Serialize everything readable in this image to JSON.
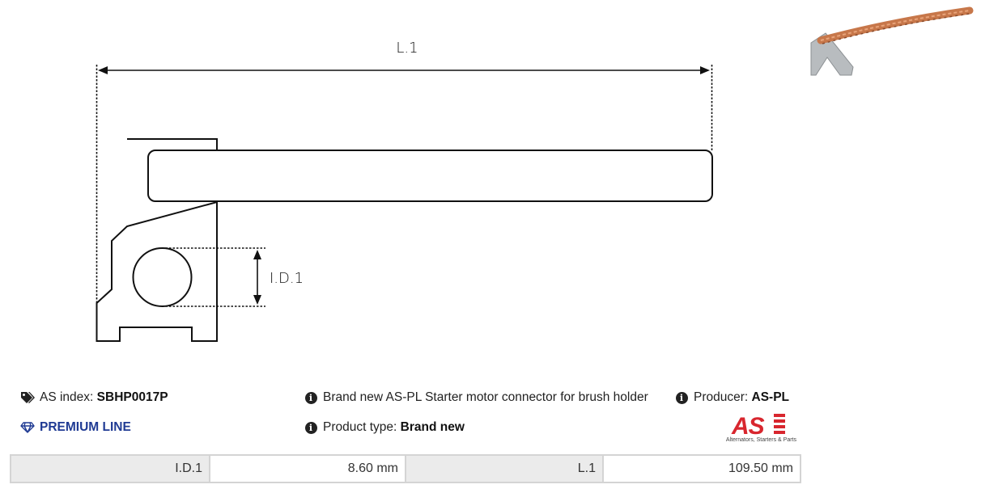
{
  "drawing": {
    "dimension_length_label": "L.1",
    "dimension_diameter_label": "I.D.1"
  },
  "info": {
    "as_index_label": "AS index:",
    "as_index_value": "SBHP0017P",
    "premium_line": "PREMIUM LINE",
    "description": "Brand new AS-PL Starter motor connector for brush holder",
    "product_type_label": "Product type:",
    "product_type_value": "Brand new",
    "producer_label": "Producer:",
    "producer_value": "AS-PL"
  },
  "logo": {
    "text": "AS",
    "tagline": "Alternators, Starters & Parts",
    "color": "#d8262e"
  },
  "specs": [
    {
      "key": "I.D.1",
      "value": "8.60 mm"
    },
    {
      "key": "L.1",
      "value": "109.50 mm"
    }
  ],
  "colors": {
    "premium": "#1f3a93",
    "copper": "#c7774a"
  }
}
